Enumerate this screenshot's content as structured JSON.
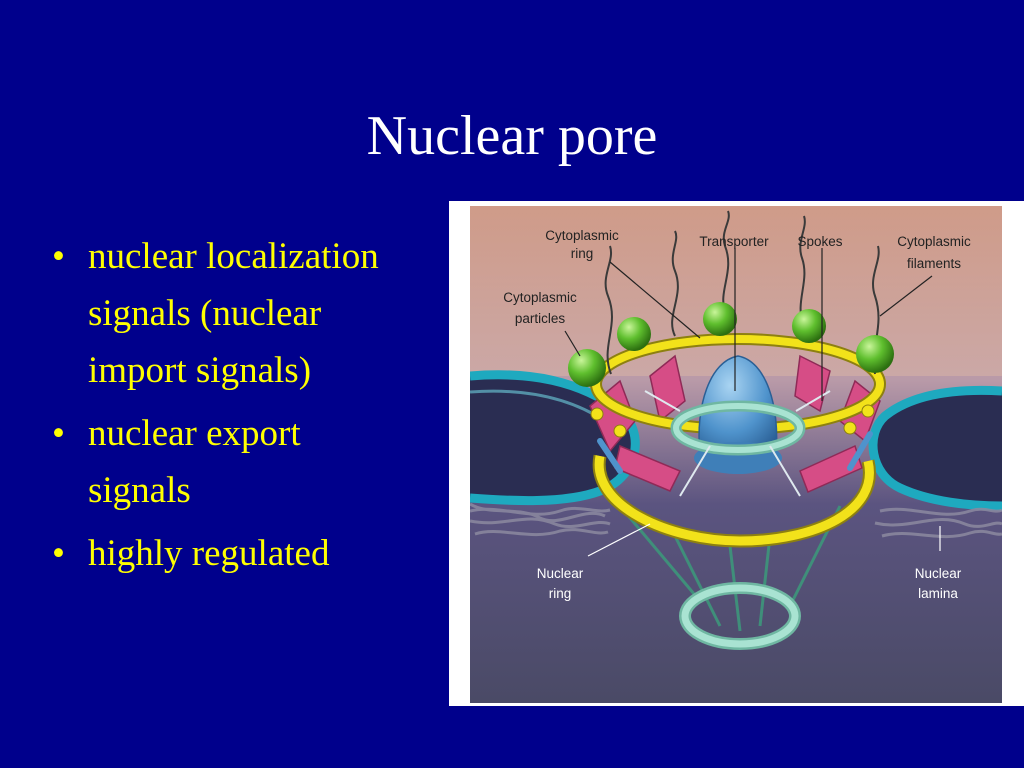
{
  "slide": {
    "title": "Nuclear pore",
    "bullets": [
      {
        "line1": "nuclear localization",
        "line2": "signals (nuclear",
        "line3": "import signals)"
      },
      {
        "line1": "nuclear export",
        "line2": "signals"
      },
      {
        "line1": "highly regulated"
      }
    ],
    "bullet_symbol": "•"
  },
  "figure": {
    "labels": {
      "cytoplasmic_ring": [
        "Cytoplasmic",
        "ring"
      ],
      "transporter": "Transporter",
      "spokes": "Spokes",
      "cytoplasmic_filaments": [
        "Cytoplasmic",
        "filaments"
      ],
      "cytoplasmic_particles": [
        "Cytoplasmic",
        "particles"
      ],
      "nuclear_ring": [
        "Nuclear",
        "ring"
      ],
      "nuclear_lamina": [
        "Nuclear",
        "lamina"
      ]
    }
  },
  "colors": {
    "background": "#00008c",
    "title_text": "#ffffff",
    "bullet_text": "#ffff00",
    "ring_yellow": "#f2e21a",
    "spoke_pink": "#d64d86",
    "transporter_blue": "#4f93cc",
    "particle_green": "#5fbf2e",
    "membrane_teal": "#1ea9bf",
    "nuclear_ring": "#9fdccb"
  }
}
